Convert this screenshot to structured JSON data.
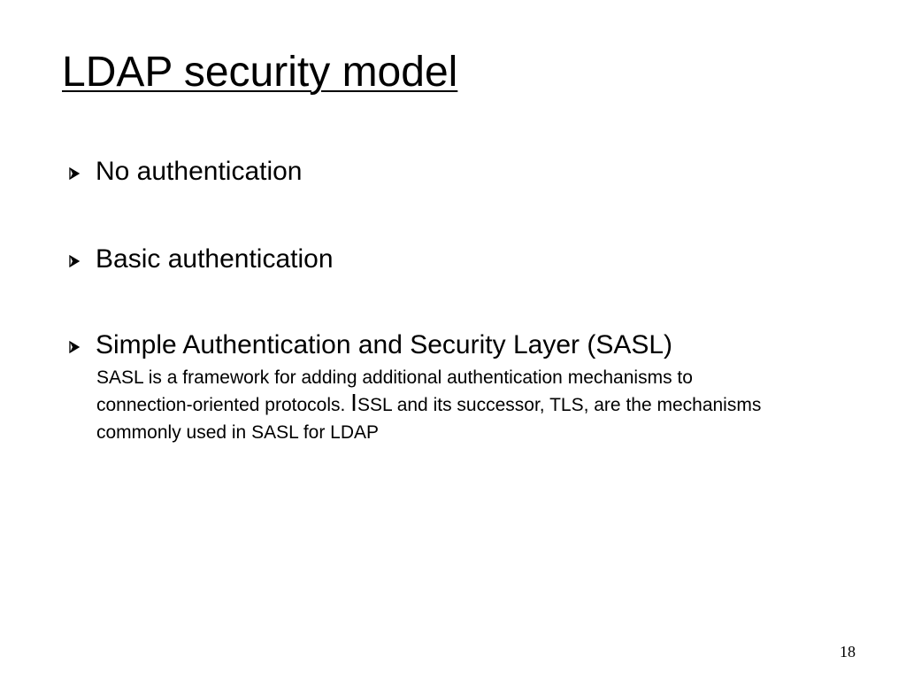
{
  "slide": {
    "title": "LDAP security model",
    "bullets": [
      {
        "text": "No authentication"
      },
      {
        "text": "Basic authentication"
      },
      {
        "text": "Simple Authentication and Security Layer (SASL)"
      }
    ],
    "sasl_detail": {
      "part1": "SASL is a framework for adding additional authentication mechanisms to connection-oriented protocols. ",
      "big_letter": "I",
      "part2": "SSL and its successor, TLS, are the mechanisms commonly used in SASL for LDAP"
    },
    "bullet_icon": "arrowhead-bullet-icon",
    "page_number": "18"
  }
}
